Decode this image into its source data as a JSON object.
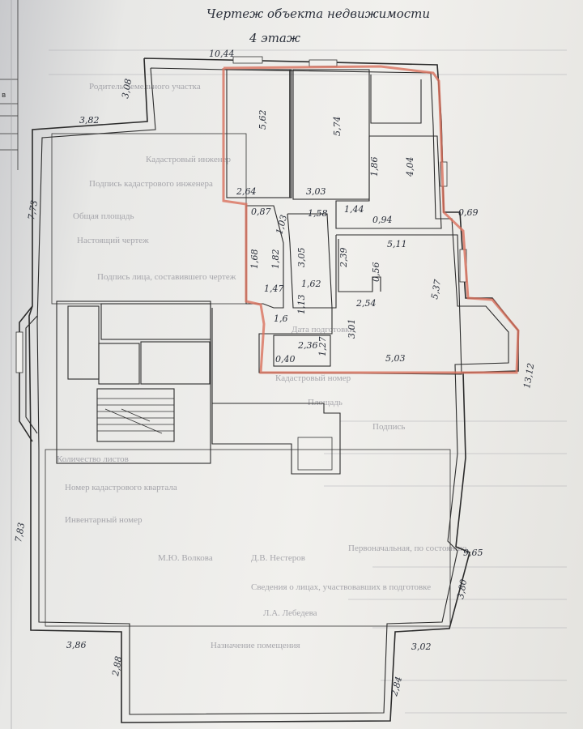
{
  "header": {
    "line1": "Чертеж объекта недвижимости",
    "line2": "4 этаж"
  },
  "margin_box": {
    "letter": "в"
  },
  "dimensions": [
    "10,44",
    "3,08",
    "3,82",
    "7,73",
    "5,62",
    "5,74",
    "1,86",
    "4,04",
    "2,64",
    "3,03",
    "0,87",
    "1,58",
    "1,44",
    "0,69",
    "0,94",
    "5,11",
    "1,03",
    "3,05",
    "2,39",
    "1,68",
    "1,82",
    "1,62",
    "0,56",
    "1,47",
    "5,37",
    "2,54",
    "1,6",
    "1,13",
    "3,01",
    "2,36",
    "1,27",
    "0,40",
    "5,03",
    "13,12",
    "7,83",
    "9,65",
    "3,80",
    "3,86",
    "3,02",
    "2,88",
    "2,84"
  ],
  "ghost_text": [
    "Родитель Земельного участка",
    "Кадастровый инженер",
    "Подпись кадастрового инженера",
    "Общая площадь",
    "Настоящий чертеж",
    "Подпись лица, составившего чертеж",
    "Дата подготовки",
    "Кадастровый номер",
    "Площадь",
    "Подпись",
    "Количество листов",
    "Номер кадастрового квартала",
    "Инвентарный номер",
    "Первоначальная, по состоянию",
    "Назначение помещения"
  ],
  "ghost_extra": [
    "М.Ю. Волкова",
    "Д.В. Нестеров",
    "Л.А. Лебедева",
    "Сведения о лицах, участвовавших в подготовке"
  ]
}
